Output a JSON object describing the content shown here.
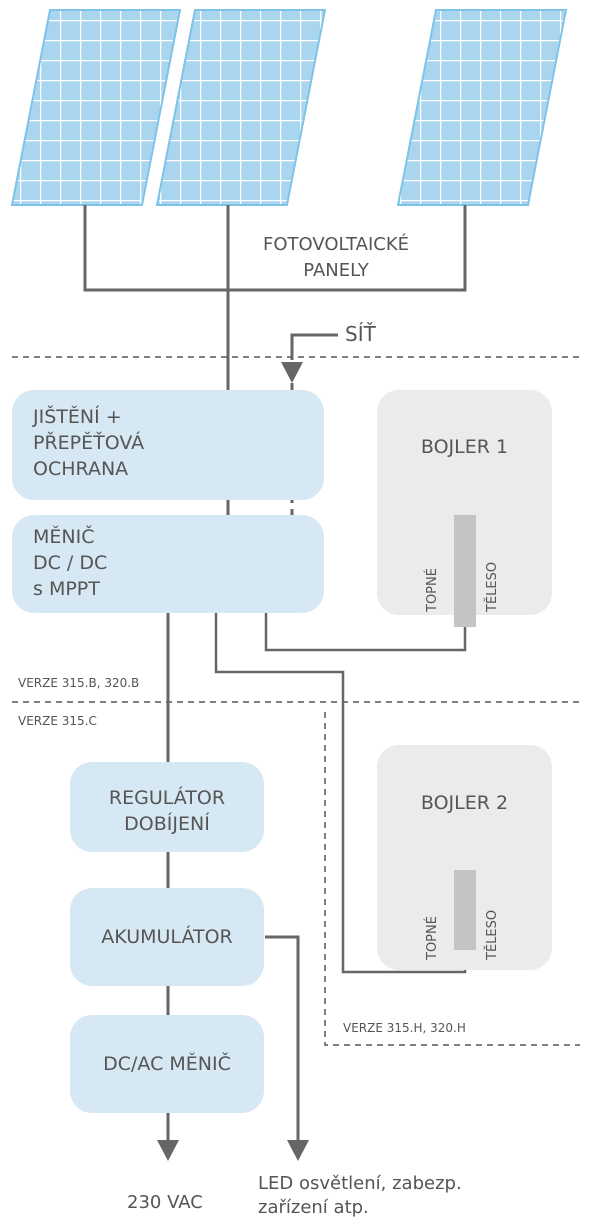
{
  "panels_label": "FOTOVOLTAICKÉ\nPANELY",
  "grid_label": "SÍŤ",
  "blocks": {
    "protection": "JIŠTĚNÍ +\nPŘEPĚŤOVÁ\nOCHRANA",
    "converter": "MĚNIČ\nDC / DC\ns MPPT",
    "regulator": "REGULÁTOR\nDOBÍJENÍ",
    "battery": "AKUMULÁTOR",
    "inverter": "DC/AC MĚNIČ",
    "boiler1": "BOJLER 1",
    "boiler2": "BOJLER 2"
  },
  "heating_element": {
    "left": "TOPNÉ",
    "right": "TĚLESO"
  },
  "versions": {
    "v1": "VERZE  315.B, 320.B",
    "v2": "VERZE  315.C",
    "v3": "VERZE  315.H, 320.H"
  },
  "outputs": {
    "ac": "230 VAC",
    "led": "LED osvětlení, zabezp.\nzařízení atp."
  },
  "colors": {
    "panel_fill": "#a9d6ee",
    "panel_stroke": "#7fc4e8",
    "block_blue": "#d6e8f3",
    "block_grey": "#ebebeb",
    "wire": "#666666",
    "element": "#c4c4c4"
  }
}
